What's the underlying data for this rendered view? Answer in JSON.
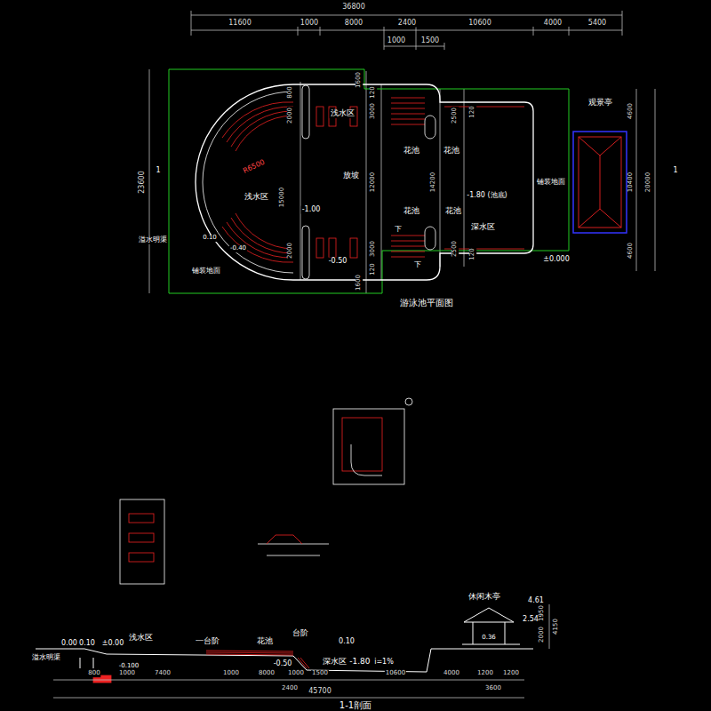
{
  "diagram": {
    "labels": [
      "36800",
      "11600",
      "1000",
      "8000",
      "2400",
      "10600",
      "4000",
      "5400",
      "1000",
      "1500",
      "23600",
      "1",
      "1",
      "800",
      "2000",
      "1600",
      "3000",
      "120",
      "浅水区",
      "花池",
      "花池",
      "放坡",
      "12000",
      "14200",
      "-1.80 (池底)",
      "浅水区",
      "15000",
      "-1.00",
      "深水区",
      "花池",
      "花池",
      "±0.000",
      "铺装地面",
      "铺装地面",
      "溢水明渠",
      "R6500",
      "0.10",
      "-0.40",
      "-0.50",
      "2000",
      "1600",
      "3000",
      "120",
      "2500",
      "120",
      "2500",
      "120",
      "观景亭",
      "4600",
      "10400",
      "20000",
      "4600",
      "游泳池平面图",
      "下",
      "下",
      "休闲木亭",
      "4.61",
      "2.54",
      "1950",
      "2000",
      "4150",
      "浅水区",
      "一台阶",
      "台阶",
      "花池",
      "0.10",
      "0.00",
      "0.10",
      "±0.00",
      "溢水明渠",
      "深水区 -1.80",
      "i=1%",
      "-0.50",
      "-0.100",
      "0.36",
      "800",
      "1000",
      "7400",
      "1000",
      "8000",
      "1000",
      "1500",
      "10600",
      "4000",
      "1200",
      "1200",
      "2400",
      "45700",
      "3600",
      "1-1剖面"
    ]
  }
}
